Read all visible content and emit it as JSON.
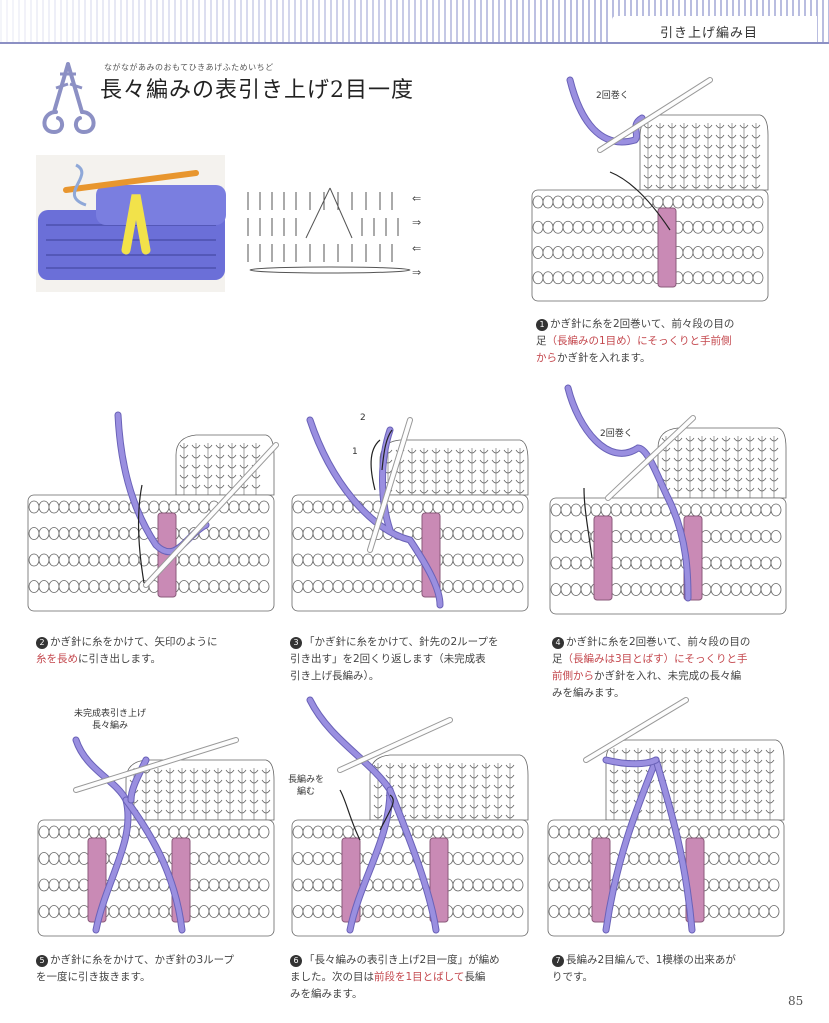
{
  "header": {
    "section_label": "引き上げ編み目"
  },
  "title": {
    "ruby": "ながながあみのおもてひきあげふためいちど",
    "text": "長々編みの表引き上げ2目一度"
  },
  "colors": {
    "purple_yarn": "#9a8fe0",
    "pink_stitch": "#c98ab5",
    "header_stripe": "#b9bde0",
    "highlight_text": "#c4484e"
  },
  "steps": [
    {
      "num": "1",
      "label": "2回巻く",
      "lines": [
        [
          {
            "t": "かぎ針に糸を2回巻いて、前々段の目の"
          }
        ],
        [
          {
            "t": "足"
          },
          {
            "t": "（長編みの1目め）にそっくりと手前側",
            "hl": true
          }
        ],
        [
          {
            "t": "から",
            "hl": true
          },
          {
            "t": "かぎ針を入れます。"
          }
        ]
      ]
    },
    {
      "num": "2",
      "lines": [
        [
          {
            "t": "かぎ針に糸をかけて、矢印のように"
          }
        ],
        [
          {
            "t": "糸を長め",
            "hl": true
          },
          {
            "t": "に引き出します。"
          }
        ]
      ]
    },
    {
      "num": "3",
      "label_1": "1",
      "label_2": "2",
      "lines": [
        [
          {
            "t": "「かぎ針に糸をかけて、針先の2ループを"
          }
        ],
        [
          {
            "t": "引き出す」を2回くり返します（未完成表"
          }
        ],
        [
          {
            "t": "引き上げ長編み）。"
          }
        ]
      ]
    },
    {
      "num": "4",
      "label": "2回巻く",
      "lines": [
        [
          {
            "t": "かぎ針に糸を2回巻いて、前々段の目の"
          }
        ],
        [
          {
            "t": "足"
          },
          {
            "t": "（長編みは3目とばす）にそっくりと手",
            "hl": true
          }
        ],
        [
          {
            "t": "前側から",
            "hl": true
          },
          {
            "t": "かぎ針を入れ、未完成の長々編"
          }
        ],
        [
          {
            "t": "みを編みます。"
          }
        ]
      ]
    },
    {
      "num": "5",
      "label_line1": "未完成表引き上げ",
      "label_line2": "長々編み",
      "lines": [
        [
          {
            "t": "かぎ針に糸をかけて、かぎ針の3ループ"
          }
        ],
        [
          {
            "t": "を一度に引き抜きます。"
          }
        ]
      ]
    },
    {
      "num": "6",
      "label_line1": "長編みを",
      "label_line2": "編む",
      "lines": [
        [
          {
            "t": "「長々編みの表引き上げ2目一度」が編め"
          }
        ],
        [
          {
            "t": "ました。次の目は"
          },
          {
            "t": "前段を1目とばして",
            "hl": true
          },
          {
            "t": "長編"
          }
        ],
        [
          {
            "t": "みを編みます。"
          }
        ]
      ]
    },
    {
      "num": "7",
      "lines": [
        [
          {
            "t": "長編み2目編んで、1模様の出来あが"
          }
        ],
        [
          {
            "t": "りです。"
          }
        ]
      ]
    }
  ],
  "page_number": "85"
}
